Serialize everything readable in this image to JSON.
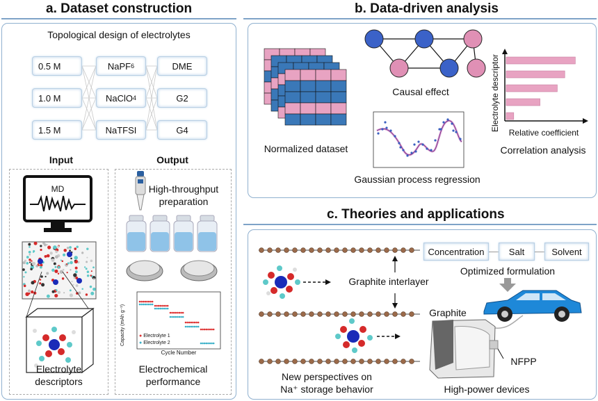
{
  "section_a": {
    "title": "a. Dataset construction",
    "design_title": "Topological design of electrolytes",
    "concentrations": [
      "0.5 M",
      "1.0 M",
      "1.5 M"
    ],
    "salts": [
      "NaPF",
      "NaClO",
      "NaTFSI"
    ],
    "salt_subscripts": [
      "6",
      "4",
      ""
    ],
    "solvents": [
      "DME",
      "G2",
      "G4"
    ],
    "input_label": "Input",
    "output_label": "Output",
    "md_label": "MD",
    "descriptors_label_1": "Electrolyte",
    "descriptors_label_2": "descriptors",
    "prep_label_1": "High-throughput",
    "prep_label_2": "preparation",
    "perf_label_1": "Electrochemical",
    "perf_label_2": "performance",
    "plot": {
      "ylabel": "Capacity (mAh g⁻¹)",
      "xlabel": "Cycle Number",
      "legend_1": "Electrolyte 1",
      "legend_2": "Electrolyte 2"
    }
  },
  "section_b": {
    "title": "b. Data-driven analysis",
    "normalized_label": "Normalized dataset",
    "causal_label": "Causal effect",
    "gpr_label": "Gaussian process regression",
    "corr_label": "Correlation analysis",
    "corr_ylabel": "Electrolyte descriptor",
    "corr_xlabel": "Relative coefficient",
    "corr_bars": [
      0.92,
      0.78,
      0.68,
      0.45,
      0.1
    ]
  },
  "section_c": {
    "title": "c. Theories and applications",
    "graphite_interlayer": "Graphite interlayer",
    "perspectives_1": "New perspectives on",
    "perspectives_2": "Na⁺ storage behavior",
    "formulation": [
      "Concentration",
      "Salt",
      "Solvent"
    ],
    "optimized_label": "Optimized formulation",
    "graphite_label": "Graphite",
    "nfpp_label": "NFPP",
    "devices_label": "High-power devices"
  },
  "colors": {
    "panel_border": "#8fb0cf",
    "blue": "#3a78b8",
    "pink": "#e8a3c2",
    "car": "#1e88d8"
  }
}
